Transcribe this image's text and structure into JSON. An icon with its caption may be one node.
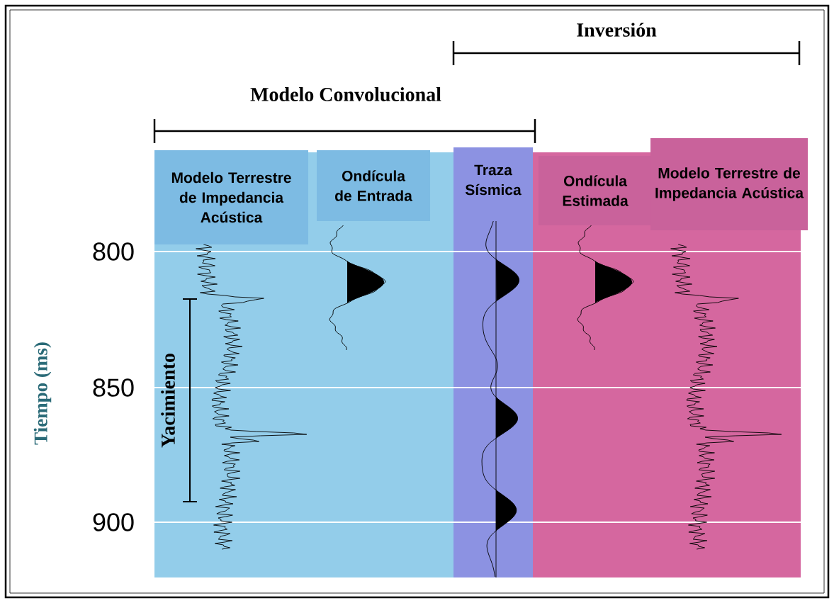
{
  "diagram": {
    "nodes": [
      {
        "text": [
          "Modelo Terrestre de Impedancia Acústica"
        ]
      },
      {
        "text": [
          "Ondícula de Entrada"
        ]
      },
      {
        "text": [
          "Traza Sísmica"
        ]
      },
      {
        "text": [
          "Ondícula Estimada"
        ]
      },
      {
        "text": [
          "Modelo Terrestre de Impedancia Acústica"
        ]
      }
    ],
    "labels": [
      "Inversión",
      "Modelo Convolucional",
      "Tiempo (ms)",
      "800",
      "850",
      "900",
      "Yacimiento"
    ]
  }
}
